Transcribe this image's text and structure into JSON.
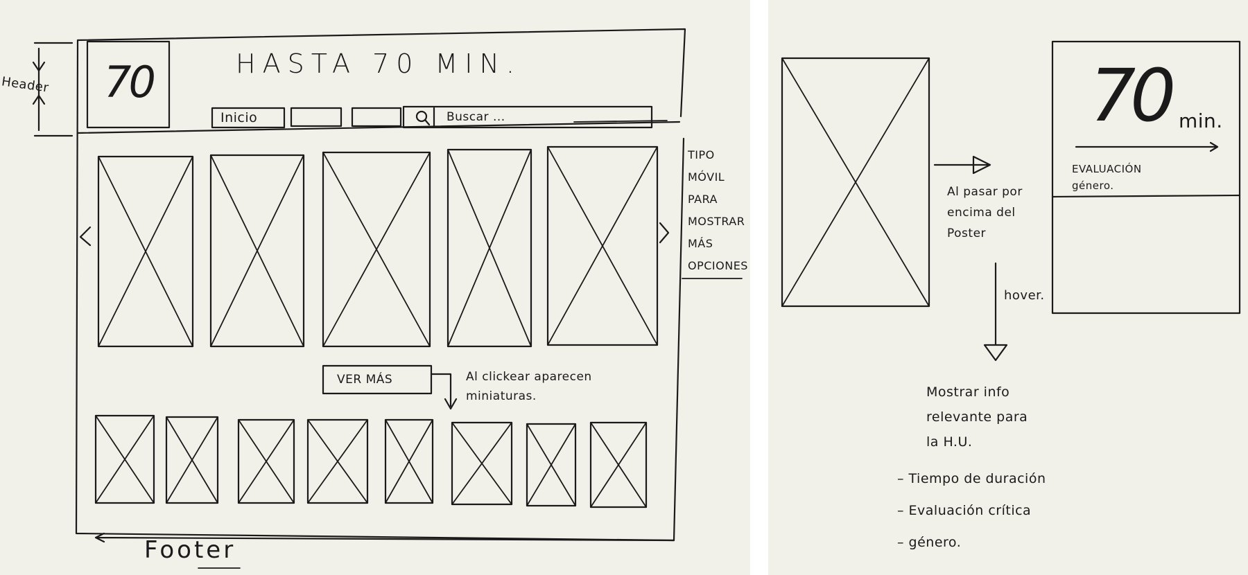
{
  "left_sketch": {
    "header_label": "Header",
    "logo_text": "70",
    "site_title": "HASTA 70 MIN.",
    "nav_home_label": "Inicio",
    "search_placeholder": "Buscar ...",
    "carousel_note": [
      "TIPO",
      "MÓVIL",
      "PARA",
      "MOSTRAR",
      "MÁS",
      "OPCIONES"
    ],
    "see_more_label": "VER MÁS",
    "see_more_note": [
      "Al clickear aparecen",
      "miniaturas."
    ],
    "footer_label": "Footer",
    "carousel_poster_count": 5,
    "thumbnail_count": 8
  },
  "right_sketch": {
    "hover_card_number": "70",
    "hover_card_unit": "min.",
    "hover_card_info": [
      "EVALUACIÓN",
      "género."
    ],
    "hover_note": [
      "Al pasar por",
      "encima del",
      "Poster"
    ],
    "hover_label": "hover.",
    "info_note": [
      "Mostrar info",
      "relevante para",
      "la H.U."
    ],
    "info_list": [
      "– Tiempo de duración",
      "– Evaluación crítica",
      "– género."
    ]
  }
}
